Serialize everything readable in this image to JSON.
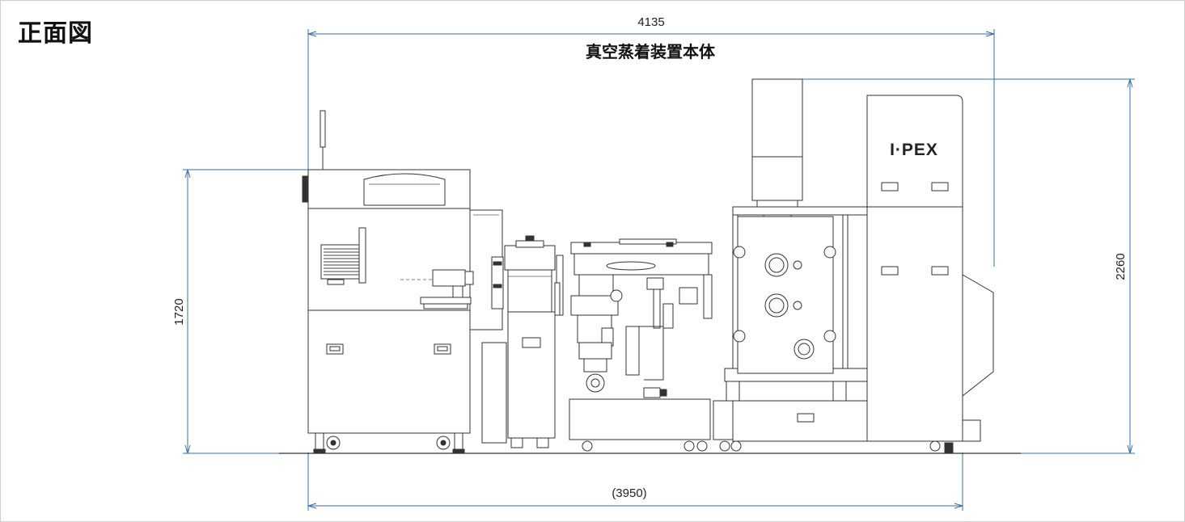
{
  "view_title": "正面図",
  "machine_title": "真空蒸着装置本体",
  "logo": "I·PEX",
  "dimensions": {
    "overall_width": "4135",
    "base_width": "(3950)",
    "left_height": "1720",
    "right_height": "2260"
  }
}
